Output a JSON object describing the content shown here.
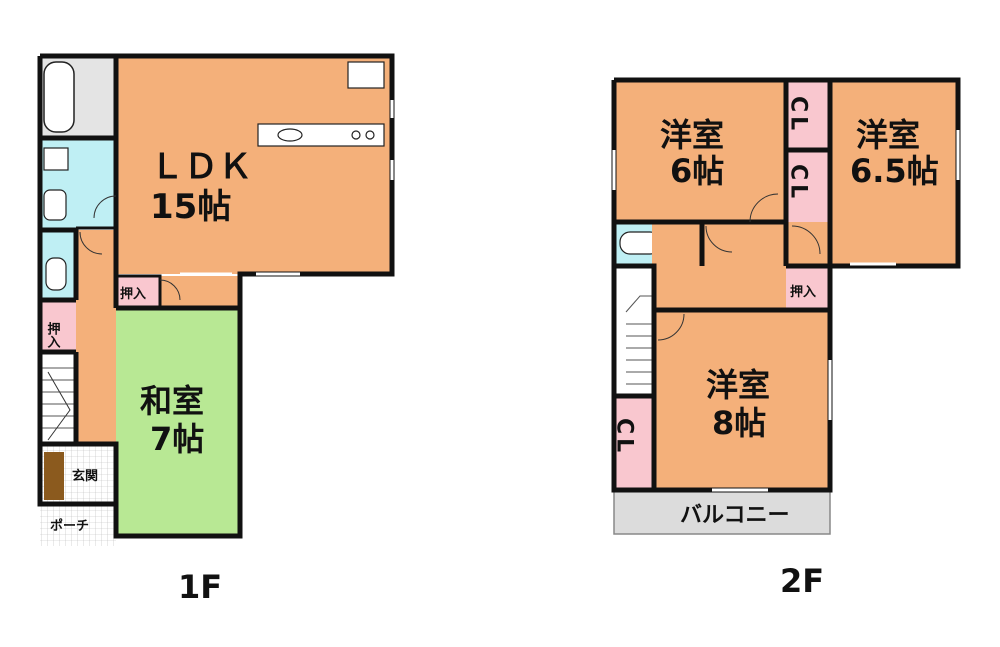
{
  "floor1": {
    "label": "1F",
    "ldk": {
      "name": "ＬＤＫ",
      "size": "15帖"
    },
    "washitsu": {
      "name": "和室",
      "size": "7帖"
    },
    "oshiire_top": "押入",
    "oshiire_side": "押入",
    "genkan": "玄関",
    "porch": "ポーチ"
  },
  "floor2": {
    "label": "2F",
    "room_6": {
      "name": "洋室",
      "size": "6帖"
    },
    "room_65": {
      "name": "洋室",
      "size": "6.5帖"
    },
    "room_8": {
      "name": "洋室",
      "size": "8帖"
    },
    "cl_a": "CL",
    "cl_b": "CL",
    "cl_c": "CL",
    "oshiire": "押入",
    "balcony": "バルコニー"
  },
  "colors": {
    "wall": "#111111",
    "ldk": "#f4b07a",
    "washitsu": "#b8e894",
    "wet": "#bfeff4",
    "closet": "#f9c7cf",
    "balcony": "#dcdcdc",
    "entrance_wood": "#8b5a1e"
  }
}
